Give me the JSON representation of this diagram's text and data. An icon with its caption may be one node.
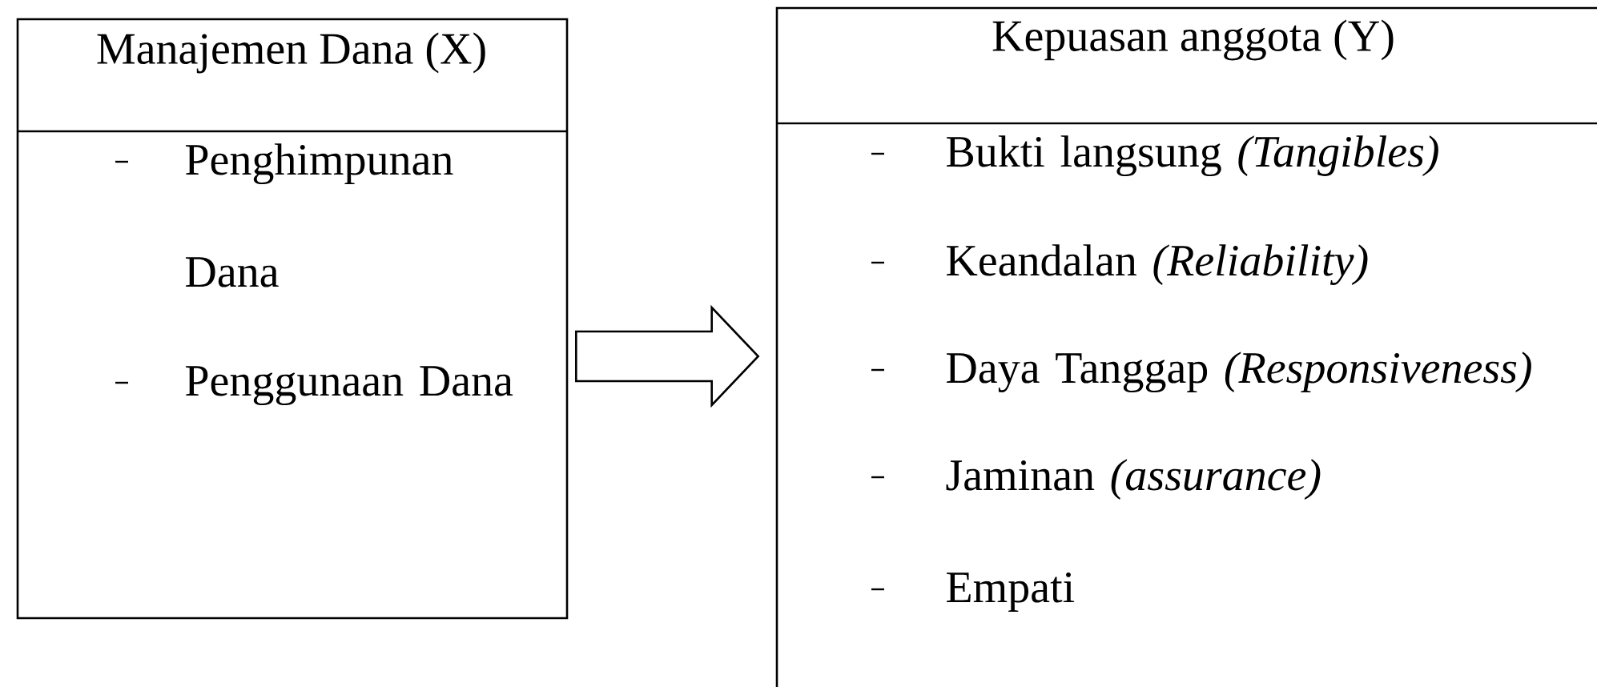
{
  "diagram": {
    "nodes": [
      {
        "text": [
          "Manajemen Dana (X)",
          "Penghimpunan Dana",
          "Penggunaan Dana"
        ]
      },
      {
        "text": [
          "Kepuasan anggota (Y)",
          "Bukti langsung *(Tangibles)*",
          "Keandalan *(Reliability)*",
          "Daya Tanggap *(Responsiveness)*",
          "Jaminan *(assurance)*",
          "Empati"
        ]
      }
    ],
    "edges": [
      {
        "from": 0,
        "to": 1,
        "arrow": "to"
      }
    ]
  }
}
